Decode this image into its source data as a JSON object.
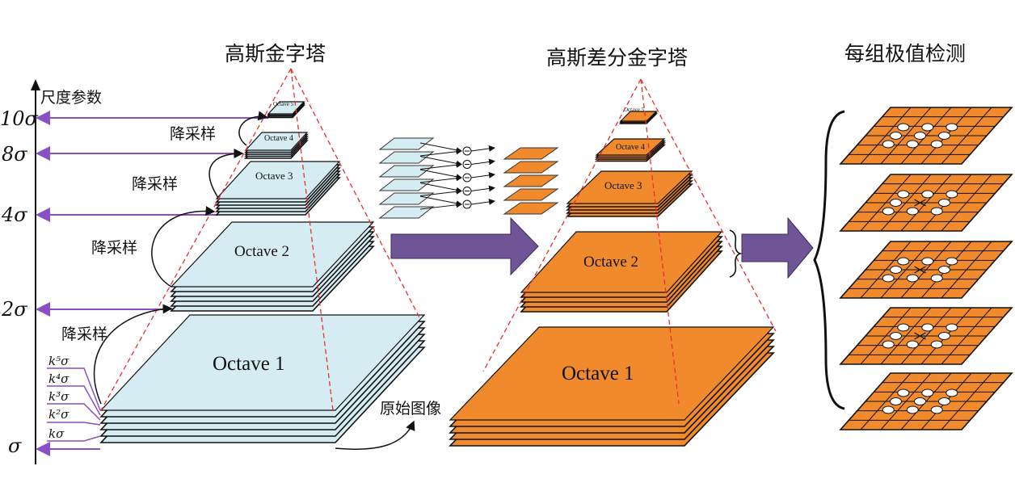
{
  "titles": {
    "gaussian_pyramid": "高斯金字塔",
    "dog_pyramid": "高斯差分金字塔",
    "extrema_detection": "每组极值检测"
  },
  "axis": {
    "label": "尺度参数",
    "ticks": [
      "10σ",
      "8σ",
      "4σ",
      "2σ",
      "σ"
    ],
    "sub_ticks": [
      "k⁵σ",
      "k⁴σ",
      "k³σ",
      "k²σ",
      "kσ"
    ]
  },
  "labels": {
    "downsample": "降采样",
    "original_image": "原始图像"
  },
  "gaussian_octaves": [
    "Octave 1",
    "Octave 2",
    "Octave 3",
    "Octave 4",
    "Octave 5"
  ],
  "dog_octaves": [
    "Octave 1",
    "Octave 2",
    "Octave 3",
    "Octave 4",
    "Octave 5"
  ],
  "colors": {
    "gaussian_layer": "#d6ecf3",
    "dog_layer": "#f08a2c",
    "scale_arrow": "#8a4fc4",
    "big_arrow": "#6f5496",
    "pyramid_outline": "#e8302a"
  }
}
